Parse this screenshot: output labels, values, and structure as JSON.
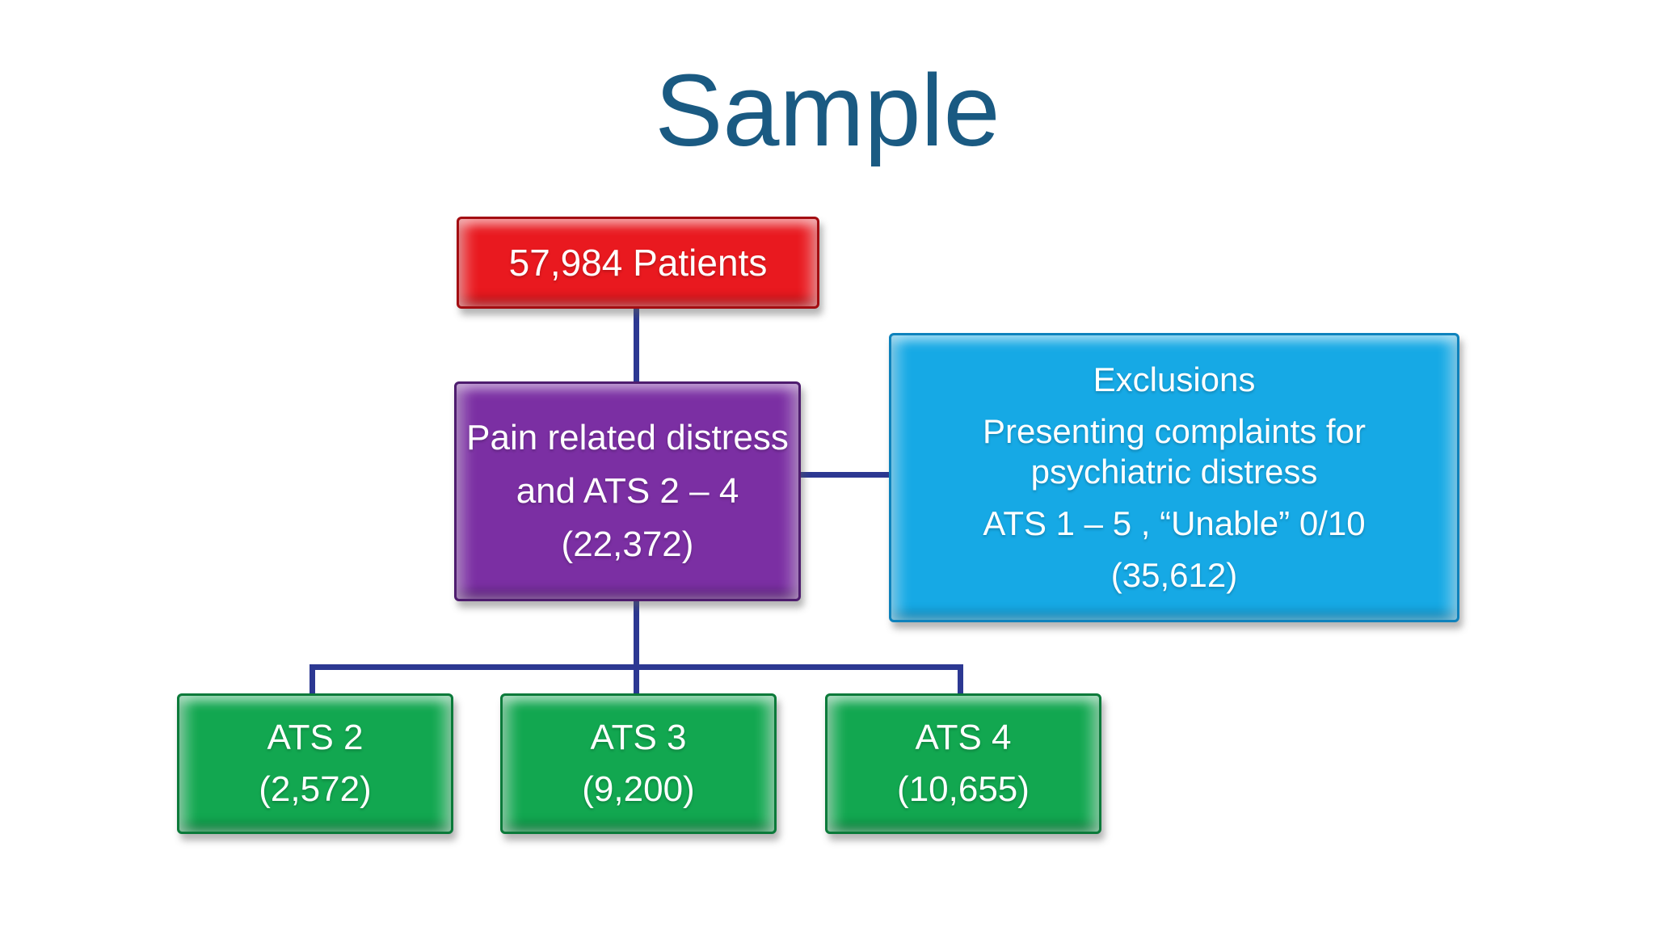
{
  "slide": {
    "title": "Sample",
    "title_color": "#1A5A82",
    "background_color": "#FFFFFF"
  },
  "flowchart": {
    "connector_color": "#2C3892",
    "text_color": "#FFFFFF",
    "nodes": [
      {
        "id": "patients",
        "fill": "#E9191F",
        "border": "#A30D12",
        "lines": [
          "57,984 Patients"
        ]
      },
      {
        "id": "pain-distress",
        "fill": "#7B2FA3",
        "border": "#4E1C6E",
        "lines": [
          "Pain related distress",
          "and ATS 2 – 4",
          "(22,372)"
        ]
      },
      {
        "id": "exclusions",
        "fill": "#16A9E5",
        "border": "#0E82BC",
        "lines": [
          "Exclusions",
          "Presenting complaints for psychiatric distress",
          "ATS 1 – 5 , “Unable” 0/10",
          "(35,612)"
        ]
      },
      {
        "id": "ats2",
        "fill": "#12A750",
        "border": "#0B7A3A",
        "lines": [
          "ATS 2",
          "(2,572)"
        ]
      },
      {
        "id": "ats3",
        "fill": "#12A750",
        "border": "#0B7A3A",
        "lines": [
          "ATS 3",
          "(9,200)"
        ]
      },
      {
        "id": "ats4",
        "fill": "#12A750",
        "border": "#0B7A3A",
        "lines": [
          "ATS 4",
          "(10,655)"
        ]
      }
    ]
  }
}
